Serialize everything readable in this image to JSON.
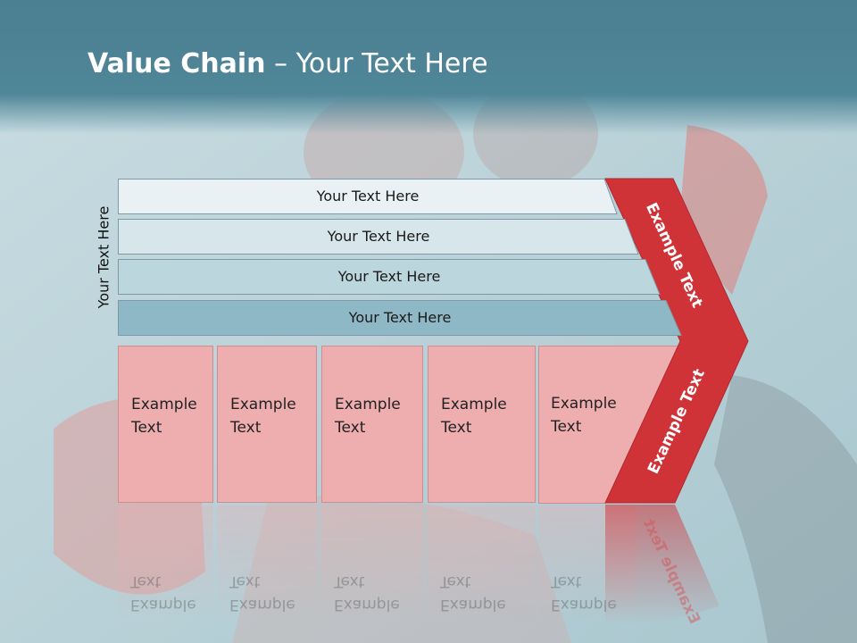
{
  "slide": {
    "title_bold": "Value Chain",
    "title_rest": " – Your Text Here",
    "vertical_label": "Your Text Here"
  },
  "rows": [
    {
      "label": "Your Text Here",
      "color": "#e9f1f4"
    },
    {
      "label": "Your Text Here",
      "color": "#d7e6eb"
    },
    {
      "label": "Your Text Here",
      "color": "#bcd6de"
    },
    {
      "label": "Your Text Here",
      "color": "#8fb8c6"
    }
  ],
  "boxes": [
    {
      "line1": "Example",
      "line2": "Text"
    },
    {
      "line1": "Example",
      "line2": "Text"
    },
    {
      "line1": "Example",
      "line2": "Text"
    },
    {
      "line1": "Example",
      "line2": "Text"
    },
    {
      "line1": "Example",
      "line2": "Text"
    }
  ],
  "chevron": {
    "upper_label": "Example Text",
    "lower_label": "Example Text",
    "color": "#cf3338"
  },
  "colors": {
    "header": "#4b7f92",
    "box": "#eeaeb0",
    "title_text": "#ffffff"
  }
}
